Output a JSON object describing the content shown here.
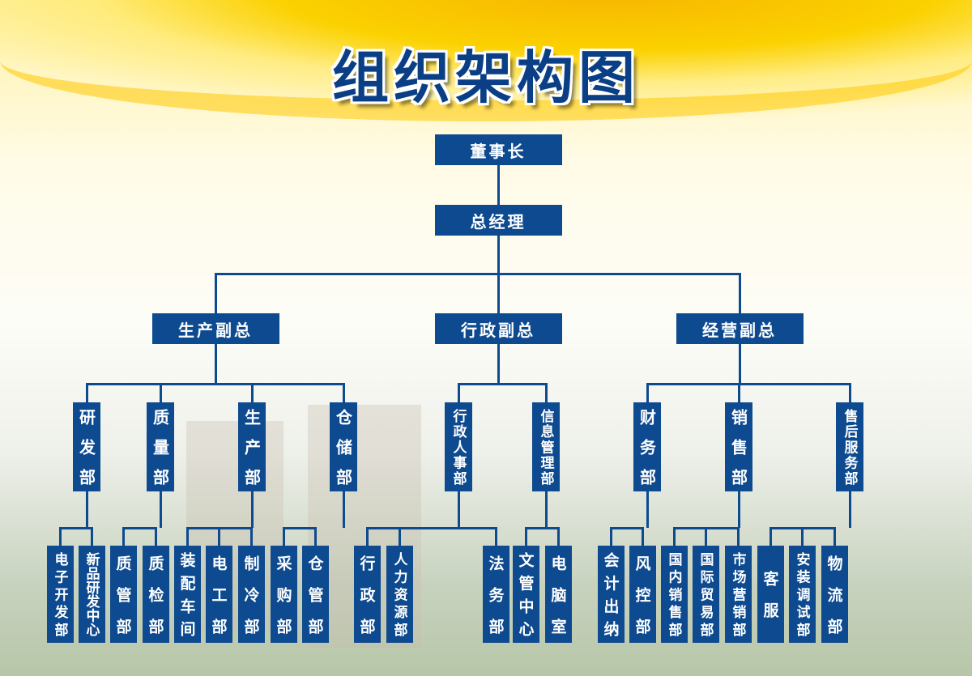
{
  "title": "组织架构图",
  "colors": {
    "box": "#0d4a8f",
    "title": "#0a3f86"
  },
  "chairman": "董事长",
  "general_manager": "总经理",
  "vice_presidents": [
    {
      "label": "生产副总",
      "departments": [
        {
          "label": "研发部",
          "units": [
            "电子开发部",
            "新品研发中心"
          ]
        },
        {
          "label": "质量部",
          "units": [
            "质管部",
            "质检部"
          ]
        },
        {
          "label": "生产部",
          "units": [
            "装配车间",
            "电工部",
            "制冷部"
          ]
        },
        {
          "label": "仓储部",
          "units": [
            "采购部",
            "仓管部"
          ]
        }
      ]
    },
    {
      "label": "行政副总",
      "departments": [
        {
          "label": "行政人事部",
          "units": [
            "行政部",
            "人力资源部",
            "法务部"
          ]
        },
        {
          "label": "信息管理部",
          "units": [
            "文管中心",
            "电脑室"
          ]
        }
      ]
    },
    {
      "label": "经营副总",
      "departments": [
        {
          "label": "财务部",
          "units": [
            "会计出纳",
            "风控部"
          ]
        },
        {
          "label": "销售部",
          "units": [
            "国内销售部",
            "国际贸易部",
            "市场营销部"
          ]
        },
        {
          "label": "售后服务部",
          "units": [
            "客服",
            "安装调试部",
            "物流部"
          ]
        }
      ]
    }
  ]
}
